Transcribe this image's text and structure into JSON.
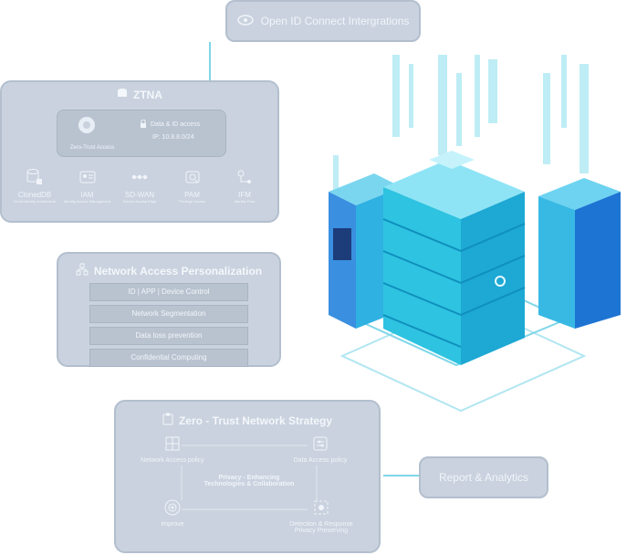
{
  "oidc": {
    "label": "Open ID Connect Intergrations"
  },
  "ztna": {
    "title": "ZTNA",
    "center": {
      "caption": "Zero-Trust Access",
      "data_id": "Data & ID access",
      "ip": "IP: 10.8.8.0/24"
    },
    "items": [
      {
        "label": "ClonedDB",
        "sub": "Cloud Identity Architecture",
        "icon": "database-lock-icon"
      },
      {
        "label": "IAM",
        "sub": "Identity Access Management",
        "icon": "id-card-icon"
      },
      {
        "label": "SD-WAN",
        "sub": "Secure Access Edge",
        "icon": "network-dots-icon"
      },
      {
        "label": "PAM",
        "sub": "Privilege Access",
        "icon": "key-icon"
      },
      {
        "label": "IFM",
        "sub": "Identity Flow",
        "icon": "flow-icon"
      }
    ]
  },
  "nap": {
    "title": "Network Access Personalization",
    "rows": [
      "ID | APP | Device Control",
      "Network Segmentation",
      "Data loss prevention",
      "Confidential Computing"
    ]
  },
  "ztns": {
    "title": "Zero - Trust Network Strategy",
    "nodes": {
      "nap": "Network Access policy",
      "dap": "Data Access policy",
      "center_line1": "Privacy - Enhancing",
      "center_line2": "Technologies & Collaboration",
      "improve": "Improve",
      "detect_line1": "Detection & Response",
      "detect_line2": "Privacy Preserving"
    }
  },
  "report": {
    "label": "Report & Analytics"
  },
  "colors": {
    "panel": "#c9d2de",
    "border": "#b3bfce",
    "server": "#37c2dd",
    "server_dark": "#1f7fd3",
    "line": "#7fd6e8"
  }
}
